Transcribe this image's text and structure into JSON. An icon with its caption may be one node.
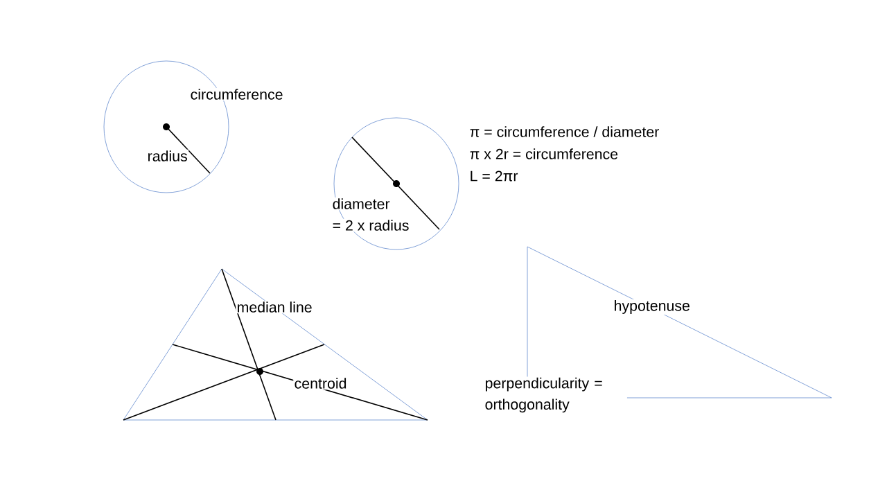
{
  "diagram": {
    "labels": [
      "circumference",
      "radius",
      "π = circumference / diameter",
      "π x 2r = circumference",
      "L = 2πr",
      "diameter",
      "= 2 x radius",
      "median line",
      "centroid",
      "hypotenuse",
      "perpendicularity = orthogonality"
    ]
  }
}
